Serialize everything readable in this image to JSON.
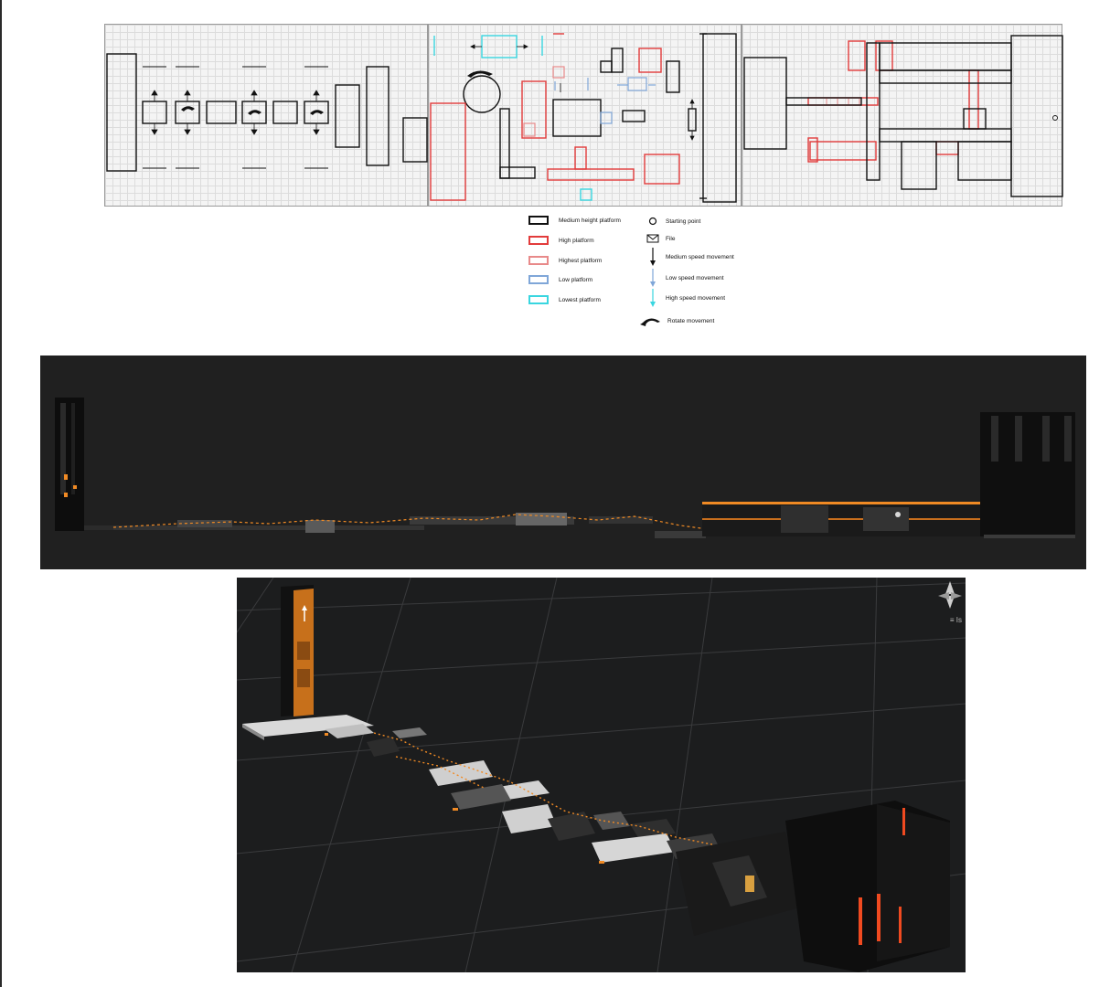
{
  "legend": {
    "medium": "Medium height platform",
    "high": "High platform",
    "highest": "Highest platform",
    "low": "Low platform",
    "lowest": "Lowest platform",
    "start": "Starting point",
    "file": "File",
    "medium_speed": "Medium speed movement",
    "low_speed": "Low speed movement",
    "high_speed": "High speed movement",
    "rotate": "Rotate movement"
  },
  "colors": {
    "medium": "#111111",
    "high": "#e23b3b",
    "highest": "#e88a8a",
    "low": "#7fa6d8",
    "lowest": "#39d6e0",
    "render_bg": "#202020",
    "accent_orange": "#f08a24"
  },
  "viewport": {
    "view_mode_label": "≡ Is"
  }
}
